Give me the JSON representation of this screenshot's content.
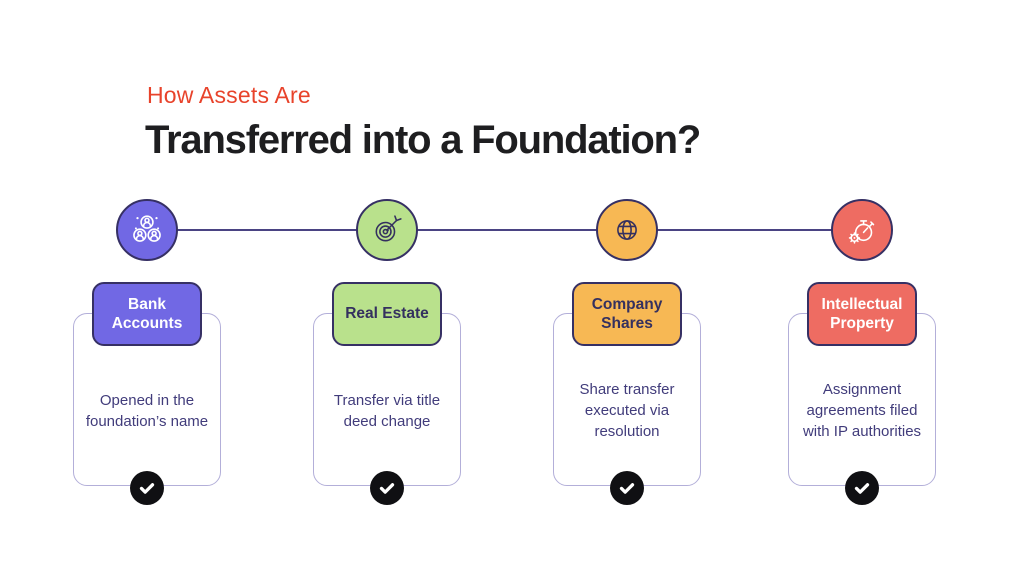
{
  "header": {
    "eyebrow": "How Assets Are",
    "title": "Transferred into a Foundation?"
  },
  "columns": [
    {
      "label": "Bank Accounts",
      "description": "Opened in the foundation’s name",
      "icon": "users-group-icon",
      "status": "checked",
      "colors": {
        "fill": "#7168E4",
        "label_text": "#FFFFFF",
        "icon_stroke": "#FFFFFF"
      }
    },
    {
      "label": "Real Estate",
      "description": "Transfer via title deed change",
      "icon": "target-dart-icon",
      "status": "checked",
      "colors": {
        "fill": "#B9E18C",
        "label_text": "#34305F",
        "icon_stroke": "#34305F"
      }
    },
    {
      "label": "Company Shares",
      "description": "Share transfer executed via resolution",
      "icon": "globe-icon",
      "status": "checked",
      "colors": {
        "fill": "#F7B854",
        "label_text": "#34305F",
        "icon_stroke": "#34305F"
      }
    },
    {
      "label": "Intellectual Property",
      "description": "Assignment agreements filed with IP authorities",
      "icon": "stopwatch-gear-icon",
      "status": "checked",
      "colors": {
        "fill": "#EE6C62",
        "label_text": "#FFFFFF",
        "icon_stroke": "#FFFFFF"
      }
    }
  ],
  "theme": {
    "background": "#FFFFFF",
    "eyebrow_color": "#E8432B",
    "title_color": "#1E1E20",
    "outline": "#363064",
    "card_border": "#B3AFD9",
    "body_text": "#413C7B",
    "connector": "#4A4383",
    "check_bg": "#101013",
    "check_mark": "#FFFFFF"
  }
}
